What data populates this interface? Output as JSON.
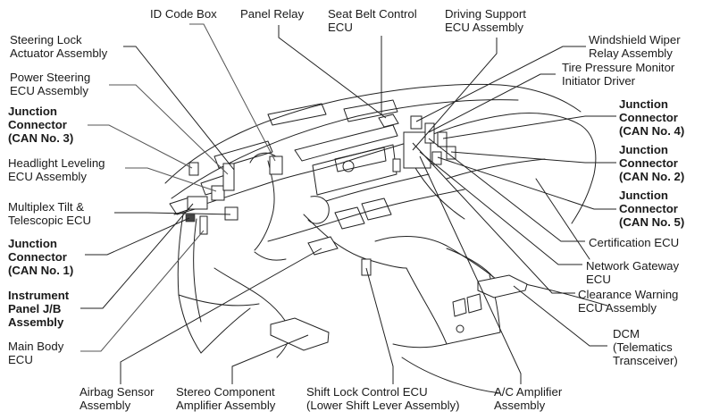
{
  "diagram": {
    "title": "",
    "labels": {
      "id_code_box": "ID Code Box",
      "panel_relay": "Panel Relay",
      "seat_belt_control_ecu": "Seat Belt Control\nECU",
      "driving_support_ecu": "Driving Support\nECU Assembly",
      "windshield_wiper_relay": "Windshield Wiper\nRelay Assembly",
      "tire_pressure_monitor": "Tire Pressure Monitor\nInitiator Driver",
      "junction_connector_can4": "Junction\nConnector\n(CAN No. 4)",
      "junction_connector_can2": "Junction\nConnector\n(CAN No. 2)",
      "junction_connector_can5": "Junction\nConnector\n(CAN No. 5)",
      "certification_ecu": "Certification ECU",
      "network_gateway_ecu": "Network Gateway\nECU",
      "clearance_warning_ecu": "Clearance Warning\nECU Assembly",
      "dcm": "DCM\n(Telematics\nTransceiver)",
      "steering_lock_actuator": "Steering Lock\nActuator Assembly",
      "power_steering_ecu": "Power Steering\nECU Assembly",
      "junction_connector_can3": "Junction\nConnector\n(CAN No. 3)",
      "headlight_leveling_ecu": "Headlight Leveling\nECU Assembly",
      "multiplex_tilt_ecu": "Multiplex Tilt &\nTelescopic ECU",
      "junction_connector_can1": "Junction\nConnector\n(CAN No. 1)",
      "instrument_panel_jb": "Instrument\nPanel J/B\nAssembly",
      "main_body_ecu": "Main Body\nECU",
      "airbag_sensor": "Airbag Sensor\nAssembly",
      "stereo_component_amp": "Stereo Component\nAmplifier Assembly",
      "shift_lock_control_ecu": "Shift Lock Control ECU\n(Lower Shift Lever Assembly)",
      "ac_amplifier": "A/C Amplifier\nAssembly"
    }
  }
}
